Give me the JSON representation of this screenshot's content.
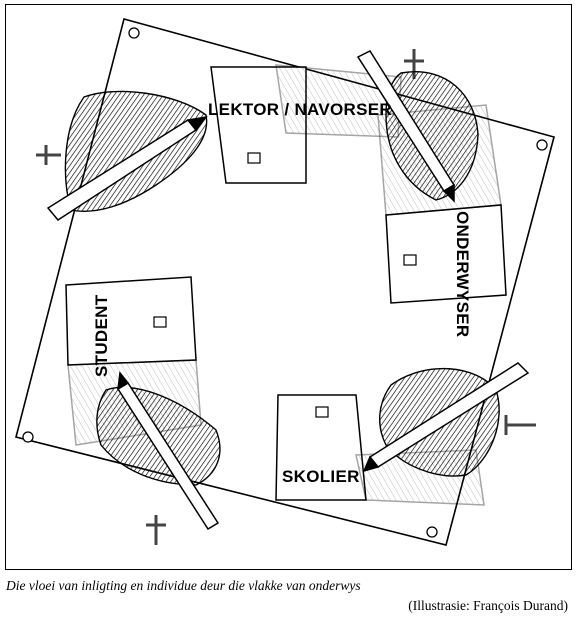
{
  "labels": {
    "top": "LEKTOR / NAVORSER",
    "right": "ONDERWYSER",
    "bottom": "SKOLIER",
    "left": "STUDENT"
  },
  "caption": "Die vloei van inligting en individue deur die vlakke van onderwys",
  "credit": "(Illustrasie: François Durand)"
}
